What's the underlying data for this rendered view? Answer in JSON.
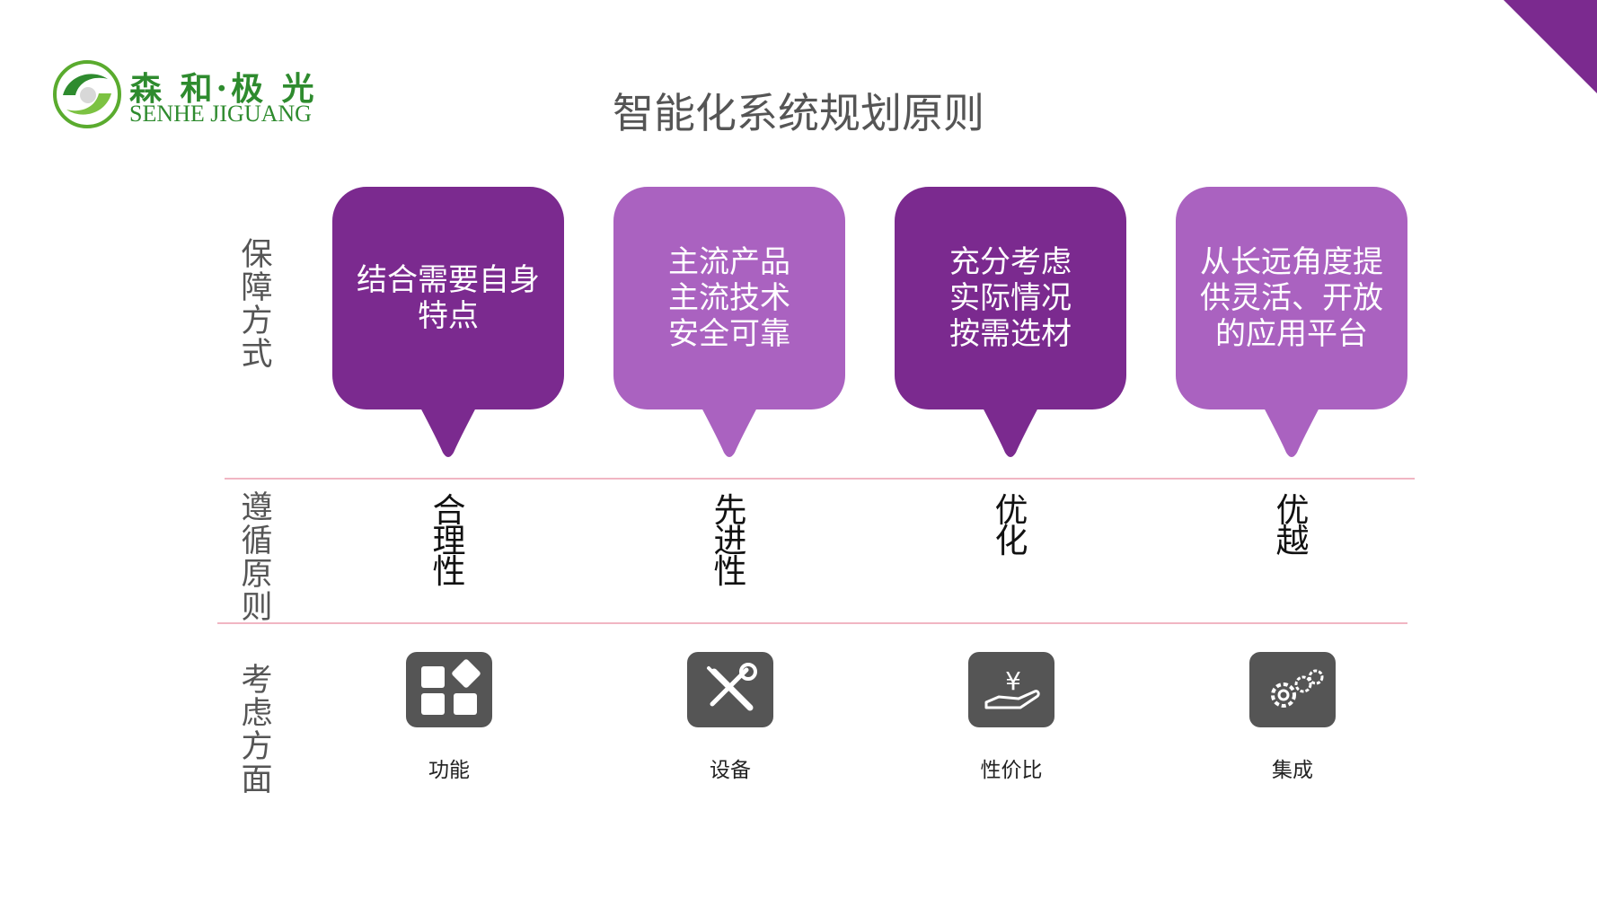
{
  "brand": {
    "name_cn": "森 和·极 光",
    "name_en": "SENHE JIGUANG"
  },
  "title": "智能化系统规划原则",
  "row_labels": {
    "guarantee": "保障方式",
    "principle": "遵循原则",
    "consider": "考虑方面"
  },
  "columns": [
    {
      "bubble": "结合需要自身\n特点",
      "principle": "合理性",
      "aspect": "功能",
      "icon": "grid-apps-icon",
      "shade": "dark"
    },
    {
      "bubble": "主流产品\n主流技术\n安全可靠",
      "principle": "先进性",
      "aspect": "设备",
      "icon": "tools-icon",
      "shade": "light"
    },
    {
      "bubble": "充分考虑\n实际情况\n按需选材",
      "principle": "优化",
      "aspect": "性价比",
      "icon": "yen-hand-icon",
      "shade": "dark"
    },
    {
      "bubble": "从长远角度提\n供灵活、开放\n的应用平台",
      "principle": "优越",
      "aspect": "集成",
      "icon": "gears-icon",
      "shade": "light"
    }
  ],
  "colors": {
    "dark_purple": "#7b2a8f",
    "light_purple": "#aa62c0",
    "divider": "#f1b6c3",
    "icon_bg": "#555555",
    "logo_green": "#2e8b2e"
  }
}
